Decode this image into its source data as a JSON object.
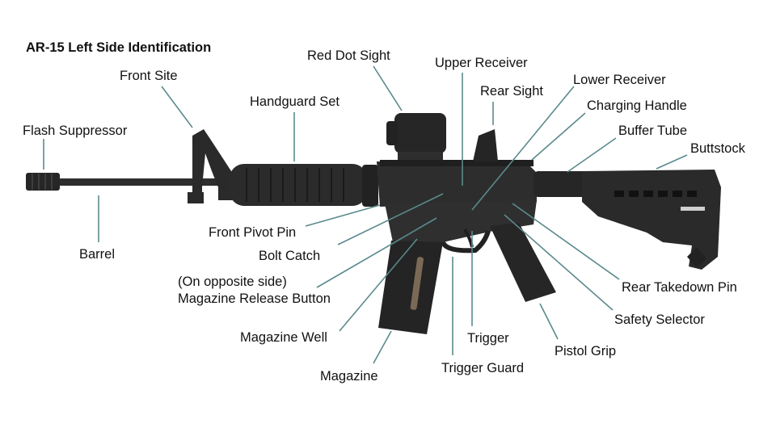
{
  "title": "AR-15 Left Side Identification",
  "labels": {
    "flash_suppressor": "Flash Suppressor",
    "front_site": "Front Site",
    "handguard_set": "Handguard Set",
    "red_dot_sight": "Red Dot Sight",
    "upper_receiver": "Upper Receiver",
    "rear_sight": "Rear Sight",
    "lower_receiver": "Lower Receiver",
    "charging_handle": "Charging Handle",
    "buffer_tube": "Buffer Tube",
    "buttstock": "Buttstock",
    "barrel": "Barrel",
    "front_pivot_pin": "Front Pivot Pin",
    "bolt_catch": "Bolt Catch",
    "mag_release_note": "(On opposite side)",
    "mag_release": "Magazine Release Button",
    "magazine_well": "Magazine Well",
    "magazine": "Magazine",
    "trigger": "Trigger",
    "trigger_guard": "Trigger Guard",
    "pistol_grip": "Pistol Grip",
    "safety_selector": "Safety Selector",
    "rear_takedown_pin": "Rear Takedown Pin"
  },
  "colors": {
    "leader": "#5b8a8c",
    "rifle": "#2b2b2b",
    "rifle_dark": "#1c1c1c"
  }
}
